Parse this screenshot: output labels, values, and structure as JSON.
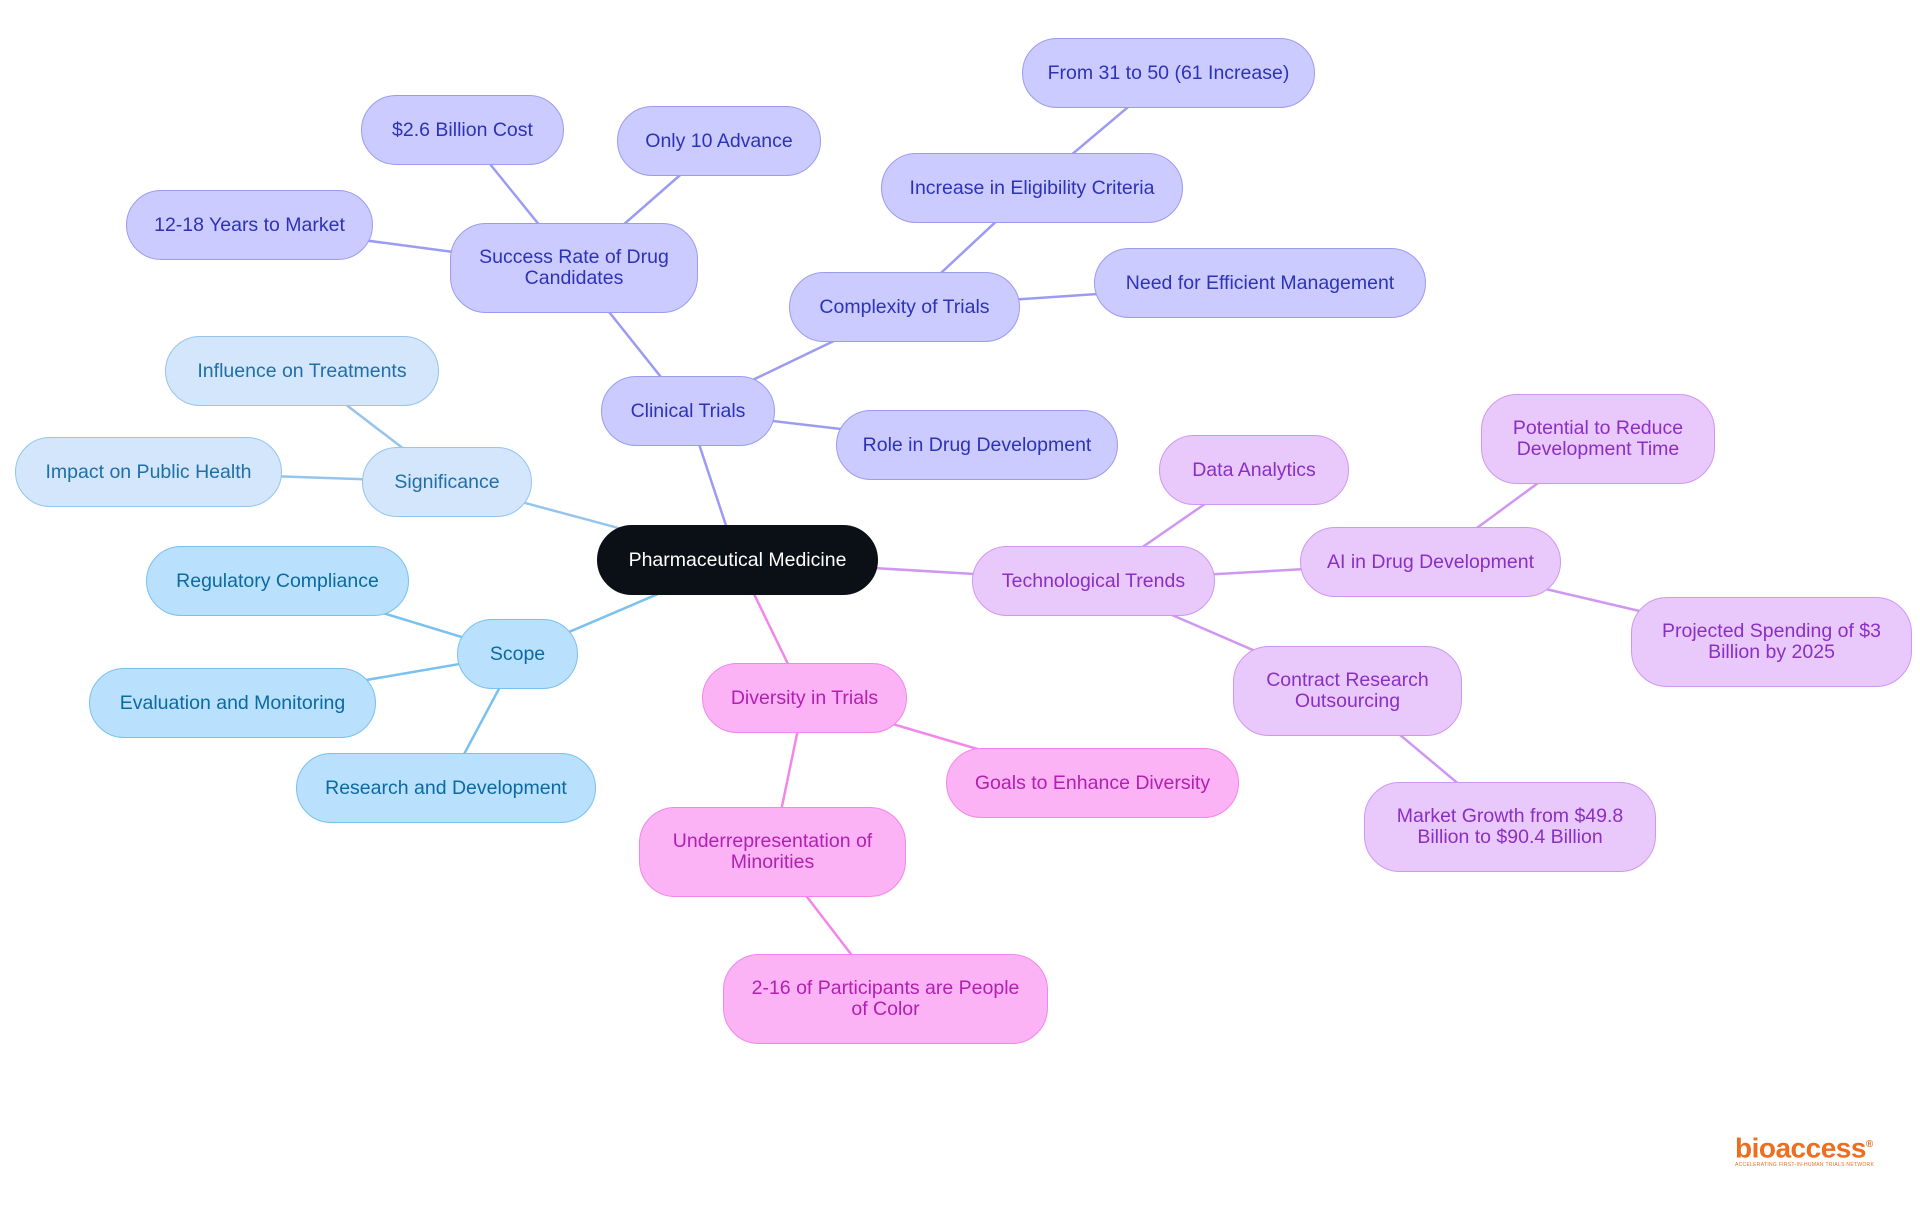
{
  "root": {
    "label": "Pharmaceutical Medicine"
  },
  "branches": {
    "clinical_trials": {
      "label": "Clinical Trials",
      "success_rate": {
        "label": "Success Rate of Drug Candidates",
        "children": [
          "$2.6 Billion Cost",
          "Only 10 Advance",
          "12-18 Years to Market"
        ]
      },
      "complexity": {
        "label": "Complexity of Trials",
        "eligibility": {
          "label": "Increase in Eligibility Criteria",
          "children": [
            "From 31 to 50 (61 Increase)"
          ]
        },
        "management": "Need for Efficient Management"
      },
      "role": "Role in Drug Development"
    },
    "significance": {
      "label": "Significance",
      "children": [
        "Influence on Treatments",
        "Impact on Public Health"
      ]
    },
    "scope": {
      "label": "Scope",
      "children": [
        "Regulatory Compliance",
        "Evaluation and Monitoring",
        "Research and Development"
      ]
    },
    "diversity": {
      "label": "Diversity in Trials",
      "goals": "Goals to Enhance Diversity",
      "underrep": {
        "label": "Underrepresentation of Minorities",
        "children": [
          "2-16 of Participants are People of Color"
        ]
      }
    },
    "tech": {
      "label": "Technological Trends",
      "analytics": "Data Analytics",
      "ai": {
        "label": "AI in Drug Development",
        "children": [
          "Potential to Reduce Development Time",
          "Projected Spending of $3 Billion by 2025"
        ]
      },
      "cro": {
        "label": "Contract Research Outsourcing",
        "children": [
          "Market Growth from $49.8 Billion to $90.4 Billion"
        ]
      }
    }
  },
  "colors": {
    "purple": "#9b9bf2",
    "light_blue": "#95c4ee",
    "blue": "#79c1ee",
    "pink": "#f286ea",
    "lavender": "#cf97f1",
    "root": "#0b0f16"
  },
  "brand": {
    "name": "bioaccess",
    "mark": "®",
    "tagline": "ACCELERATING FIRST-IN-HUMAN TRIALS NETWORK"
  }
}
